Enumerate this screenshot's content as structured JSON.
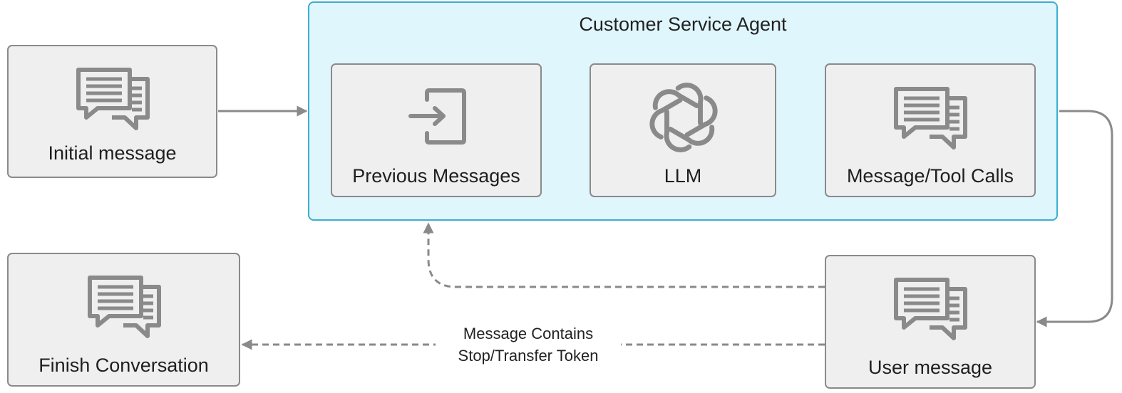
{
  "diagram": {
    "container": {
      "title": "Customer Service Agent"
    },
    "nodes": {
      "initial_message": {
        "label": "Initial message",
        "icon": "chat-bubbles-icon"
      },
      "previous_messages": {
        "label": "Previous Messages",
        "icon": "sign-in-icon"
      },
      "llm": {
        "label": "LLM",
        "icon": "openai-logo-icon"
      },
      "message_tool_calls": {
        "label": "Message/Tool Calls",
        "icon": "chat-bubbles-icon"
      },
      "user_message": {
        "label": "User message",
        "icon": "chat-bubbles-icon"
      },
      "finish_conversation": {
        "label": "Finish Conversation",
        "icon": "chat-bubbles-icon"
      }
    },
    "edges": {
      "stop_transfer": {
        "label_line1": "Message Contains",
        "label_line2": "Stop/Transfer Token"
      }
    },
    "colors": {
      "container_fill": "#dff6fc",
      "container_border": "#3aaed0",
      "node_fill": "#efefef",
      "node_border": "#8a8a8a",
      "connector": "#8a8a8a",
      "icon": "#8a8a8a"
    }
  }
}
